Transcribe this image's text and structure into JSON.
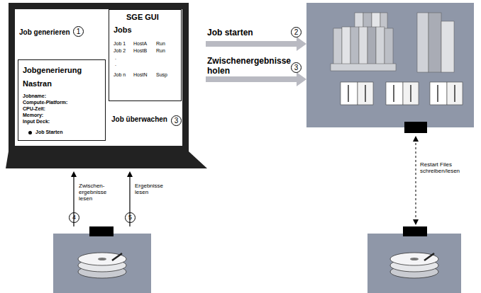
{
  "diagram": {
    "nodes": [
      {
        "text": [
          "Job generieren",
          "Job überwachen"
        ]
      },
      {
        "text": [
          "Jobgenerierung",
          "Nastran",
          "Jobname:",
          "Compute-Platform:",
          "CPU-Zeit:",
          "Memory:",
          "Input Deck:",
          "Job Starten"
        ],
        "in": 0
      },
      {
        "text": [
          "SGE GUI",
          "Jobs",
          "Job 1",
          "HostA",
          "Run",
          "Job 2",
          "HostB",
          "Run",
          ".",
          ".",
          "Job n",
          "HostN",
          "Susp"
        ],
        "in": 0
      }
    ],
    "labels": [
      "1",
      "Job starten",
      "2",
      "Zwischenergebnisse holen",
      "3",
      "3",
      "Zwischen- ergebnisse lesen",
      "4",
      "Ergebnisse lesen",
      "5",
      "Restart Files schreiben/lesen"
    ]
  }
}
